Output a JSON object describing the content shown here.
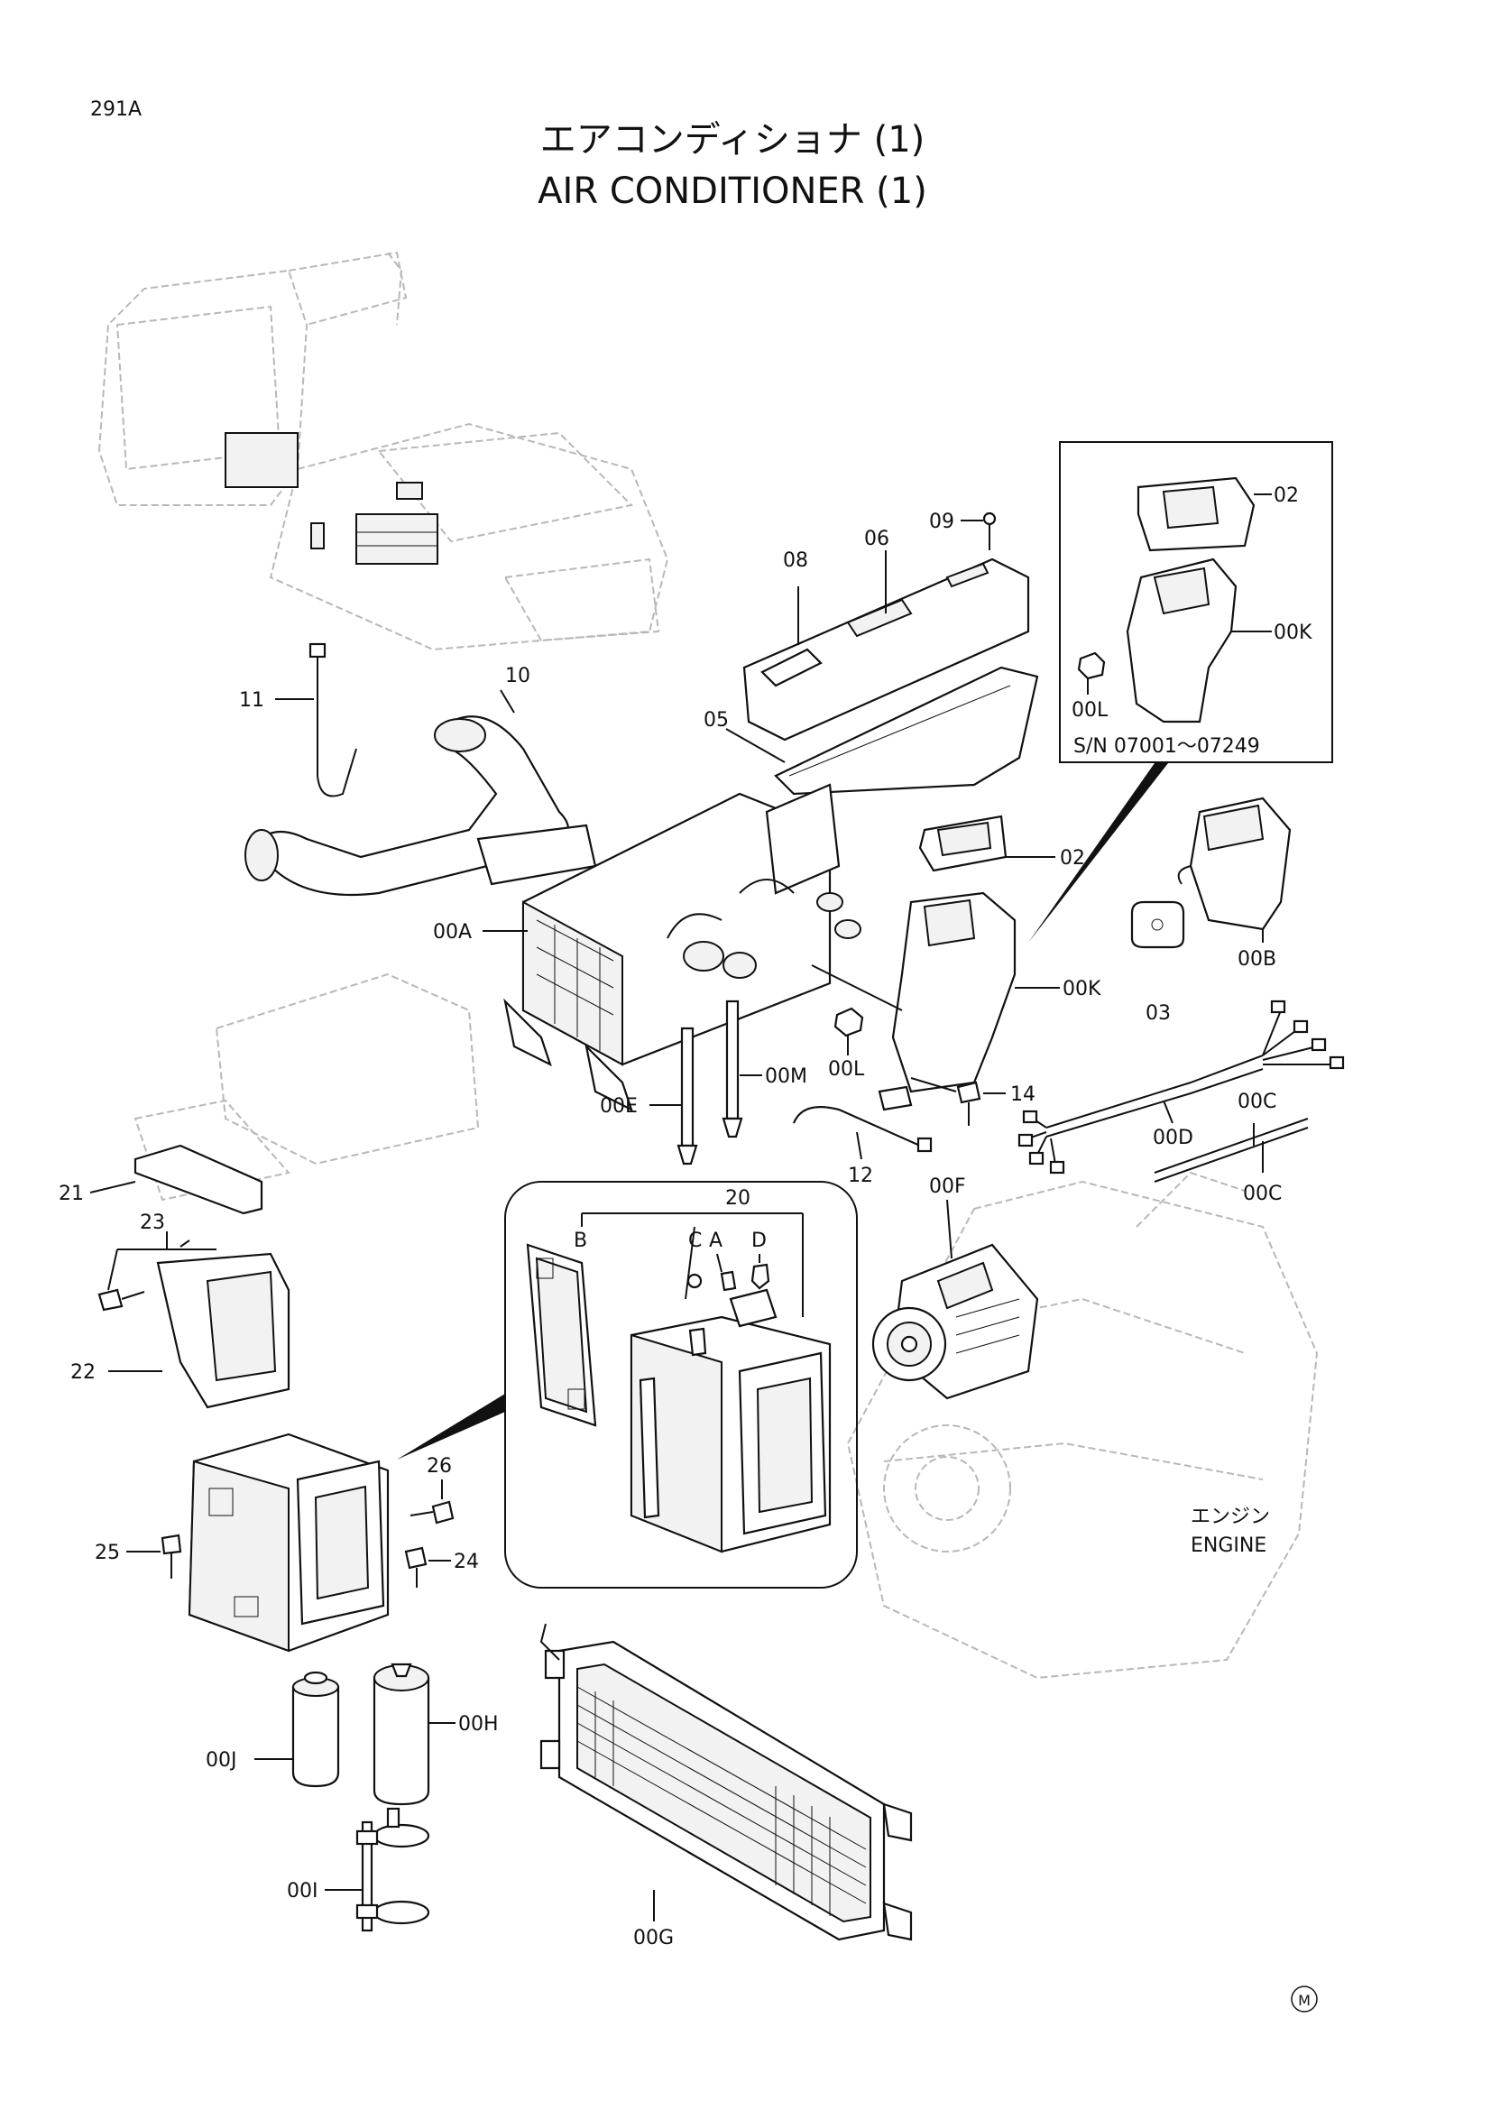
{
  "page_number": "291A",
  "title_jp": "エアコンディショナ (1)",
  "title_en": "AIR CONDITIONER (1)",
  "inset_serial": "S/N  07001～07249",
  "engine_jp": "エンジン",
  "engine_en": "ENGINE",
  "mark": "M",
  "labels": {
    "p02a": "02",
    "p00Ka": "00K",
    "p00La": "00L",
    "p09": "09",
    "p06": "06",
    "p08": "08",
    "p05": "05",
    "p10": "10",
    "p11": "11",
    "p02b": "02",
    "p00B": "00B",
    "p03": "03",
    "p00A": "00A",
    "p00Kb": "00K",
    "p00Lb": "00L",
    "p00E": "00E",
    "p00M": "00M",
    "p14": "14",
    "p12": "12",
    "p00D": "00D",
    "p00C1": "00C",
    "p00C2": "00C",
    "p21": "21",
    "p23": "23",
    "p22": "22",
    "p20": "20",
    "pB": "B",
    "pC": "C",
    "pA": "A",
    "pD": "D",
    "p00F": "00F",
    "p26": "26",
    "p25": "25",
    "p24": "24",
    "p00J": "00J",
    "p00H": "00H",
    "p00I": "00I",
    "p00G": "00G"
  }
}
